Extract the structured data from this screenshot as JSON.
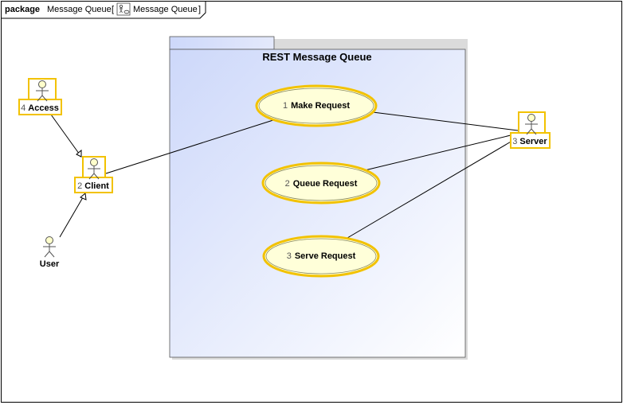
{
  "frame": {
    "keyword": "package",
    "name": "Message Queue",
    "bracket_open": "[",
    "diagram_name": "Message Queue",
    "bracket_close": "]"
  },
  "system_boundary": {
    "title": "REST Message Queue"
  },
  "use_cases": [
    {
      "number": "1",
      "name": "Make Request"
    },
    {
      "number": "2",
      "name": "Queue Request"
    },
    {
      "number": "3",
      "name": "Serve Request"
    }
  ],
  "actors": {
    "access": {
      "number": "4",
      "name": "Access"
    },
    "client": {
      "number": "2",
      "name": "Client"
    },
    "server": {
      "number": "3",
      "name": "Server"
    },
    "user": {
      "name": "User"
    }
  },
  "colors": {
    "highlight": "#f5c400",
    "usecase_fill": "#ffffd9",
    "boundary_fill_top": "#d3ddfa",
    "boundary_fill_bottom": "#ffffff",
    "actor_fill": "#ffffcc",
    "line": "#000000"
  },
  "icons": {
    "diagram_icon": "usecase-diagram-icon"
  }
}
